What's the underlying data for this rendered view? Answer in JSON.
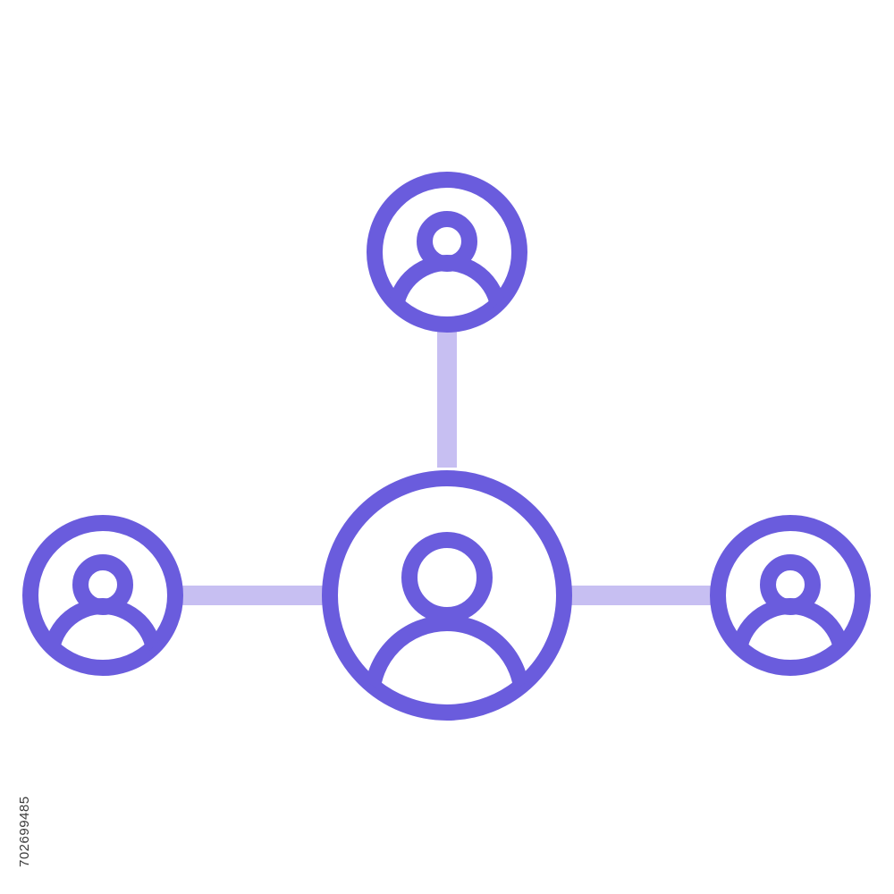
{
  "diagram": {
    "type": "network-hub",
    "colors": {
      "node_stroke": "#6a5cdd",
      "connector": "#c7bff2",
      "background": "#ffffff"
    },
    "nodes": [
      {
        "id": "center",
        "icon": "user-icon"
      },
      {
        "id": "top",
        "icon": "user-icon"
      },
      {
        "id": "left",
        "icon": "user-icon"
      },
      {
        "id": "right",
        "icon": "user-icon"
      }
    ],
    "edges": [
      {
        "from": "center",
        "to": "top"
      },
      {
        "from": "center",
        "to": "left"
      },
      {
        "from": "center",
        "to": "right"
      }
    ]
  },
  "watermark": {
    "stock_id": "702699485"
  }
}
